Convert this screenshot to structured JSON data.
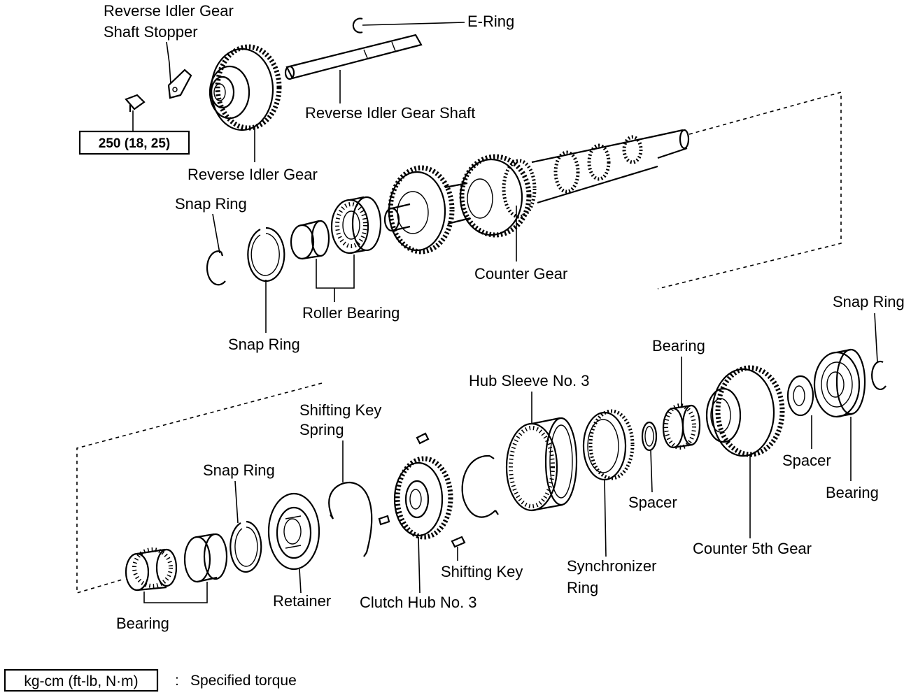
{
  "labels": {
    "reverse_idler_gear_shaft_stopper_line1": "Reverse Idler Gear",
    "reverse_idler_gear_shaft_stopper_line2": "Shaft Stopper",
    "e_ring": "E-Ring",
    "reverse_idler_gear_shaft": "Reverse Idler Gear Shaft",
    "torque_box": "250 (18, 25)",
    "reverse_idler_gear": "Reverse Idler Gear",
    "snap_ring_top_left": "Snap Ring",
    "snap_ring_top_bottom": "Snap Ring",
    "roller_bearing": "Roller Bearing",
    "counter_gear": "Counter Gear",
    "snap_ring_right": "Snap Ring",
    "bearing_top": "Bearing",
    "hub_sleeve_no3": "Hub Sleeve No. 3",
    "shifting_key_spring_line1": "Shifting Key",
    "shifting_key_spring_line2": "Spring",
    "snap_ring_lower": "Snap Ring",
    "spacer_right": "Spacer",
    "bearing_right": "Bearing",
    "spacer_mid": "Spacer",
    "counter_5th_gear": "Counter 5th Gear",
    "synchronizer_ring_line1": "Synchronizer",
    "synchronizer_ring_line2": "Ring",
    "shifting_key": "Shifting Key",
    "retainer": "Retainer",
    "clutch_hub_no3": "Clutch Hub No. 3",
    "bearing_bottom": "Bearing"
  },
  "legend": {
    "unit_box": "kg-cm (ft-lb, N·m)",
    "separator": ":",
    "description": "Specified torque"
  }
}
